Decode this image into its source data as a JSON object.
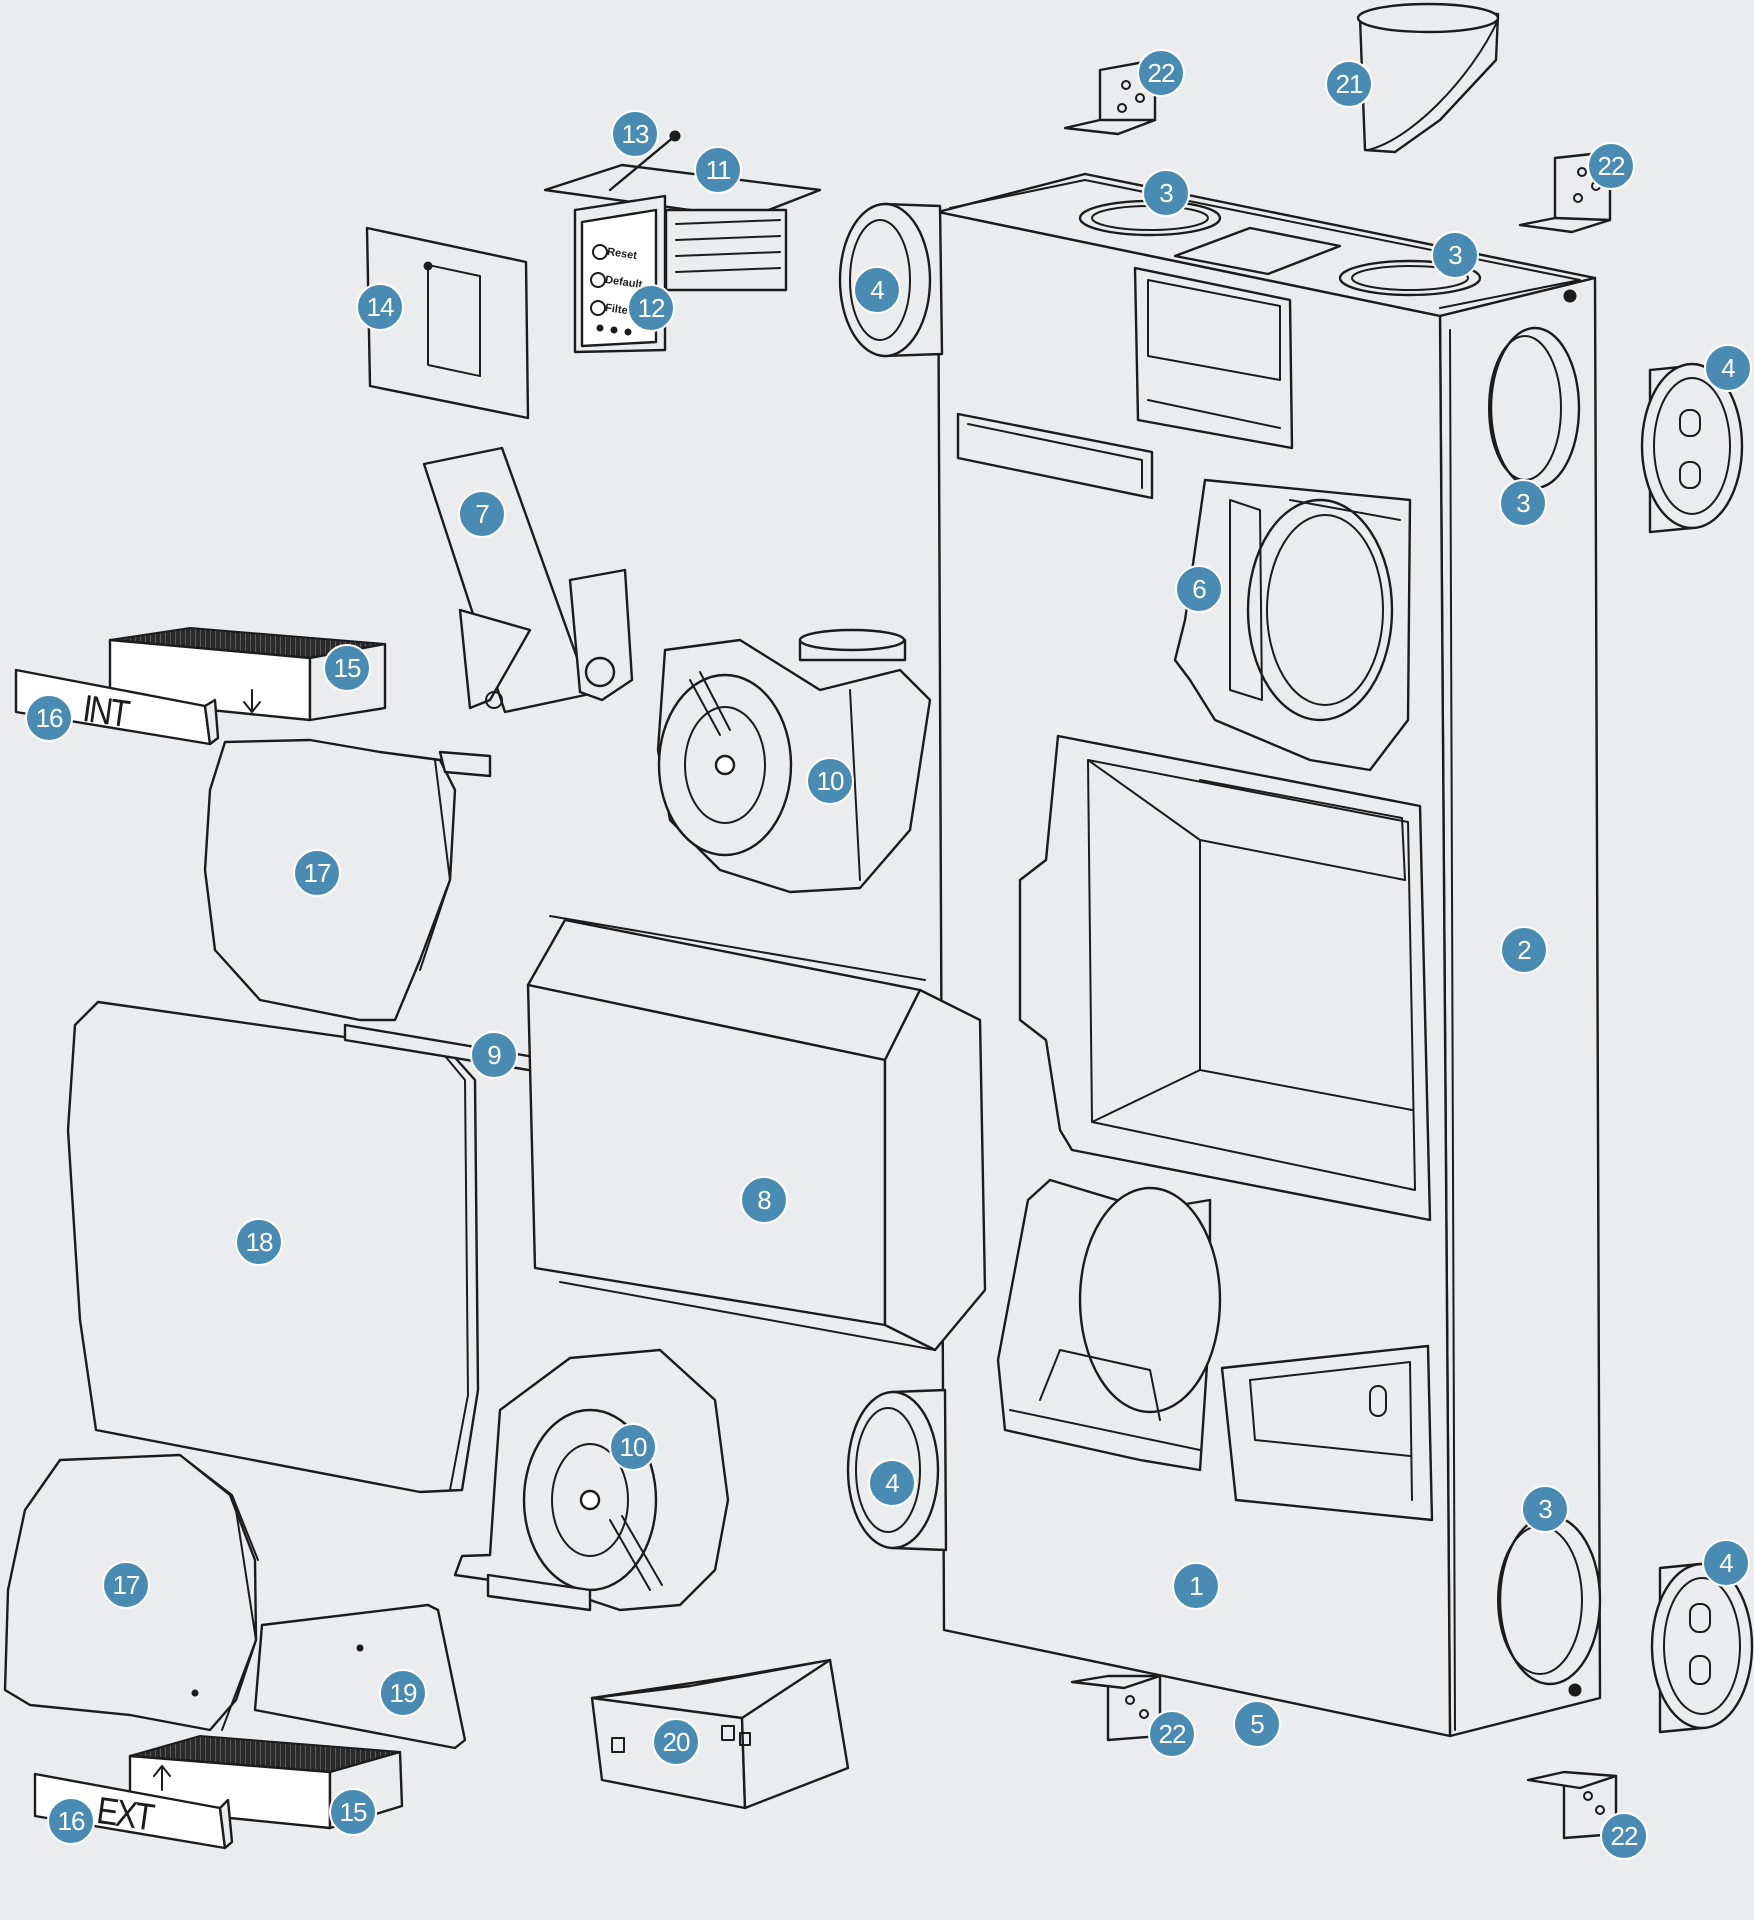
{
  "diagram": {
    "background": "#ebecee",
    "badge_color": "#4a8bb3",
    "line_color": "#1c1c1c",
    "labels": {
      "int": "INT",
      "ext": "EXT",
      "btn_reset": "Reset",
      "btn_default": "Default",
      "btn_filter": "Filter"
    },
    "callouts": [
      {
        "id": "c1",
        "text": "1"
      },
      {
        "id": "c2",
        "text": "2"
      },
      {
        "id": "c3a",
        "text": "3"
      },
      {
        "id": "c3b",
        "text": "3"
      },
      {
        "id": "c3c",
        "text": "3"
      },
      {
        "id": "c3d",
        "text": "3"
      },
      {
        "id": "c4a",
        "text": "4"
      },
      {
        "id": "c4b",
        "text": "4"
      },
      {
        "id": "c4c",
        "text": "4"
      },
      {
        "id": "c4d",
        "text": "4"
      },
      {
        "id": "c5",
        "text": "5"
      },
      {
        "id": "c6",
        "text": "6"
      },
      {
        "id": "c7",
        "text": "7"
      },
      {
        "id": "c8",
        "text": "8"
      },
      {
        "id": "c9",
        "text": "9"
      },
      {
        "id": "c10a",
        "text": "10"
      },
      {
        "id": "c10b",
        "text": "10"
      },
      {
        "id": "c11",
        "text": "11"
      },
      {
        "id": "c12",
        "text": "12"
      },
      {
        "id": "c13",
        "text": "13"
      },
      {
        "id": "c14",
        "text": "14"
      },
      {
        "id": "c15a",
        "text": "15"
      },
      {
        "id": "c15b",
        "text": "15"
      },
      {
        "id": "c16a",
        "text": "16"
      },
      {
        "id": "c16b",
        "text": "16"
      },
      {
        "id": "c17a",
        "text": "17"
      },
      {
        "id": "c17b",
        "text": "17"
      },
      {
        "id": "c18",
        "text": "18"
      },
      {
        "id": "c19",
        "text": "19"
      },
      {
        "id": "c20",
        "text": "20"
      },
      {
        "id": "c21",
        "text": "21"
      },
      {
        "id": "c22a",
        "text": "22"
      },
      {
        "id": "c22b",
        "text": "22"
      },
      {
        "id": "c22c",
        "text": "22"
      },
      {
        "id": "c22d",
        "text": "22"
      }
    ]
  }
}
